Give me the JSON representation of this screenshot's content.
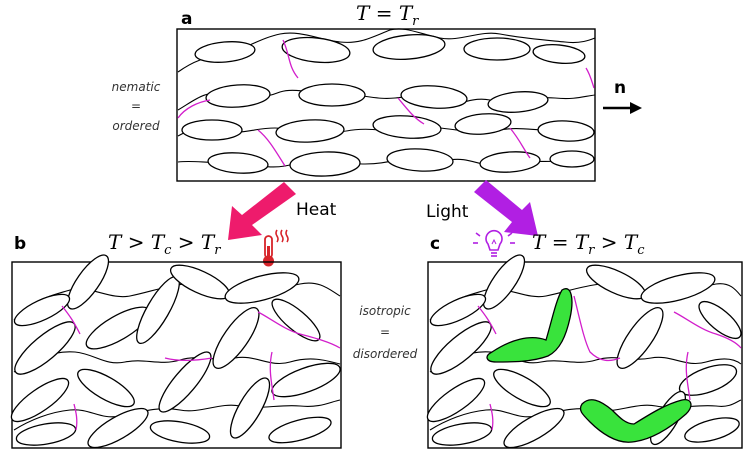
{
  "panels": {
    "a": {
      "letter": "a",
      "condition": {
        "base": "T = T",
        "sub": "r"
      },
      "side_label": {
        "top": "nematic",
        "mid": "=",
        "bottom": "ordered"
      },
      "director_label": "n"
    },
    "b": {
      "letter": "b",
      "condition": {
        "p1": "T > T",
        "s1": "c",
        "p2": " > T",
        "s2": "r"
      },
      "arrow_label": "Heat",
      "icon": "thermometer-icon"
    },
    "c": {
      "letter": "c",
      "condition": {
        "p1": "T = T",
        "s1": "r",
        "p2": " > T",
        "s2": "c"
      },
      "arrow_label": "Light",
      "icon": "lightbulb-icon"
    }
  },
  "middle_label": {
    "top": "isotropic",
    "mid": "=",
    "bottom": "disordered"
  },
  "colors": {
    "heat_arrow": "#ee1b6c",
    "light_arrow": "#b11fe3",
    "linker": "#d21ecb",
    "bent_molecule": "#39e33c",
    "thermometer": "#d7242a"
  }
}
